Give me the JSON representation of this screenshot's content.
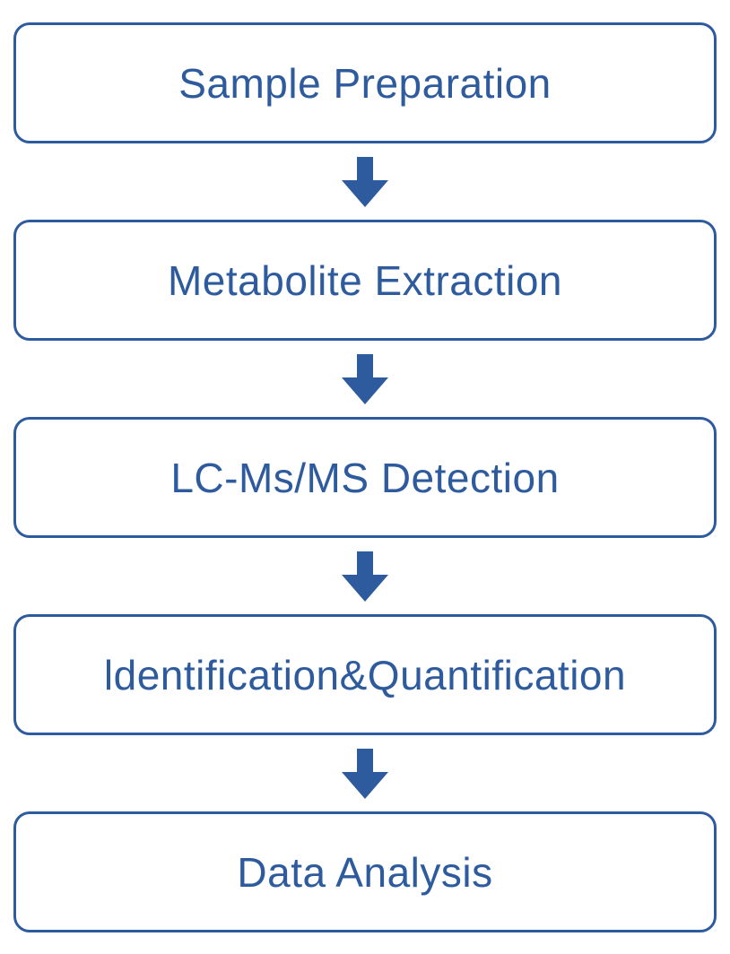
{
  "flowchart": {
    "type": "vertical-flow",
    "colors": {
      "accent": "#2E5B9E",
      "background": "#FFFFFF"
    },
    "steps": [
      {
        "label": "Sample Preparation"
      },
      {
        "label": "Metabolite Extraction"
      },
      {
        "label": "LC-Ms/MS Detection"
      },
      {
        "label": "ldentification&Quantification"
      },
      {
        "label": "Data Analysis"
      }
    ],
    "connector": "down-block-arrow"
  }
}
